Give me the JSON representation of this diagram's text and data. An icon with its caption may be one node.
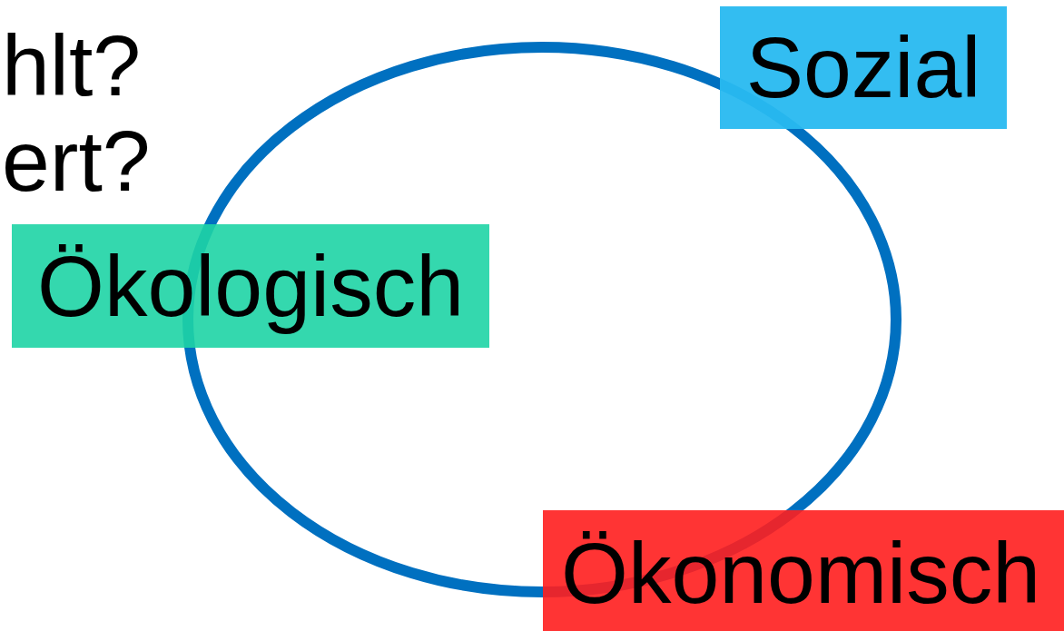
{
  "diagram": {
    "nodes": [
      {
        "text": [
          "Sozial"
        ]
      },
      {
        "text": [
          "Ökologisch"
        ]
      },
      {
        "text": [
          "Ökonomisch"
        ]
      }
    ],
    "labels": [
      "hlt?",
      "ert?"
    ]
  }
}
